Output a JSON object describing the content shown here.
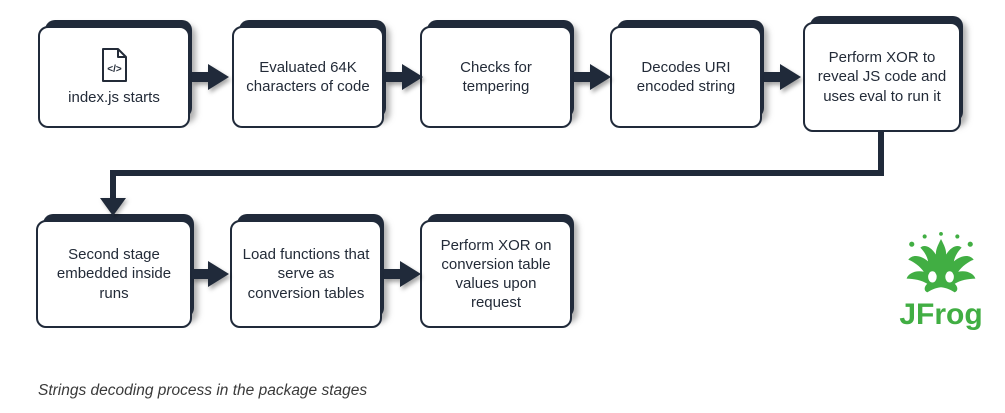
{
  "flow": {
    "row1": [
      {
        "label": "index.js starts",
        "icon": "code-file"
      },
      {
        "label": "Evaluated 64K characters of code"
      },
      {
        "label": "Checks for tempering"
      },
      {
        "label": "Decodes URI encoded string"
      },
      {
        "label": "Perform XOR to reveal JS code and uses eval to run it"
      }
    ],
    "row2": [
      {
        "label": "Second stage embedded inside runs"
      },
      {
        "label": "Load functions that serve as conversion tables"
      },
      {
        "label": "Perform XOR on conversion table values upon request"
      }
    ]
  },
  "caption": "Strings decoding process in the package stages",
  "logo": {
    "name": "JFrog",
    "color": "#41ae43"
  },
  "colors": {
    "ink": "#202a3a",
    "background": "#ffffff"
  }
}
